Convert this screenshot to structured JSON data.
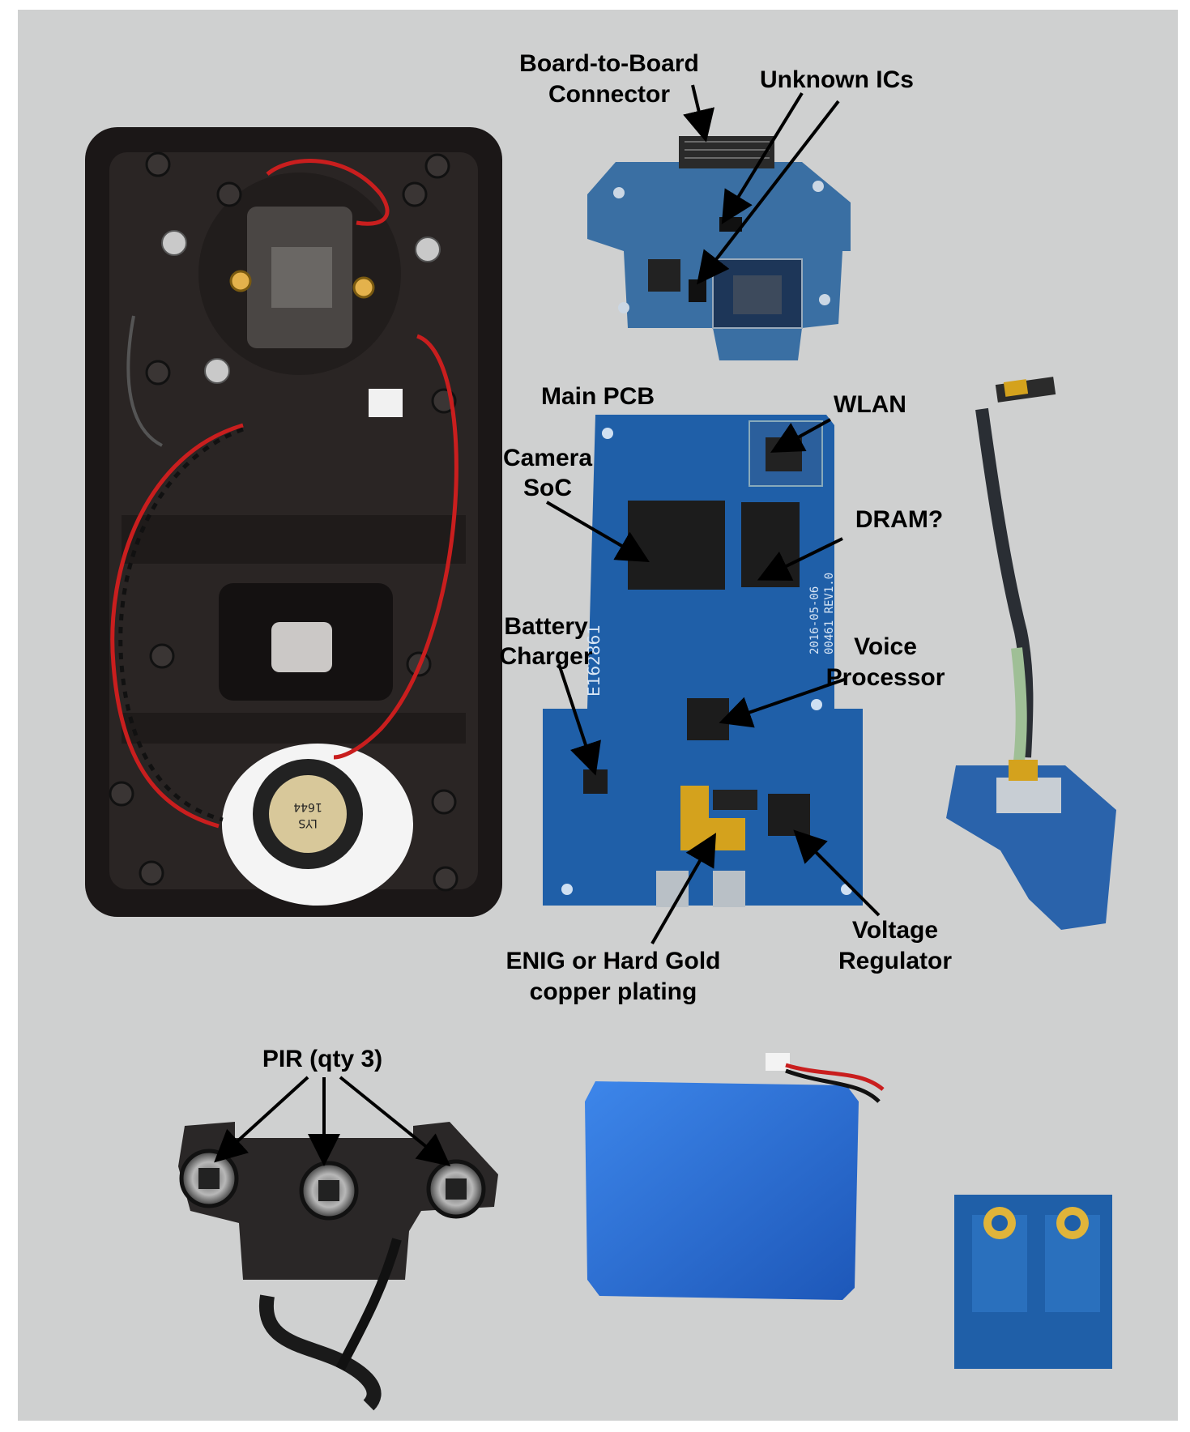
{
  "colors": {
    "background": "#cfd0d0",
    "pcb_blue": "#1f5fa8",
    "enclosure": "#1b1717",
    "battery_blue": "#2a6fd6",
    "gold": "#d4a21d"
  },
  "labels": {
    "board_to_board_1": "Board-to-Board",
    "board_to_board_2": "Connector",
    "unknown_ics": "Unknown ICs",
    "main_pcb": "Main PCB",
    "wlan": "WLAN",
    "camera_soc_1": "Camera",
    "camera_soc_2": "SoC",
    "dram": "DRAM?",
    "battery_charger_1": "Battery",
    "battery_charger_2": "Charger",
    "voice_processor_1": "Voice",
    "voice_processor_2": "Processor",
    "enig_1": "ENIG or Hard Gold",
    "enig_2": "copper plating",
    "voltage_regulator_1": "Voltage",
    "voltage_regulator_2": "Regulator",
    "pir": "PIR (qty 3)"
  },
  "markings": {
    "speaker_1": "LYS",
    "speaker_2": "1644",
    "pcb_cert": "E162861",
    "pcb_date": "2016-05-06",
    "pcb_rev": "00461 REV1.0"
  }
}
